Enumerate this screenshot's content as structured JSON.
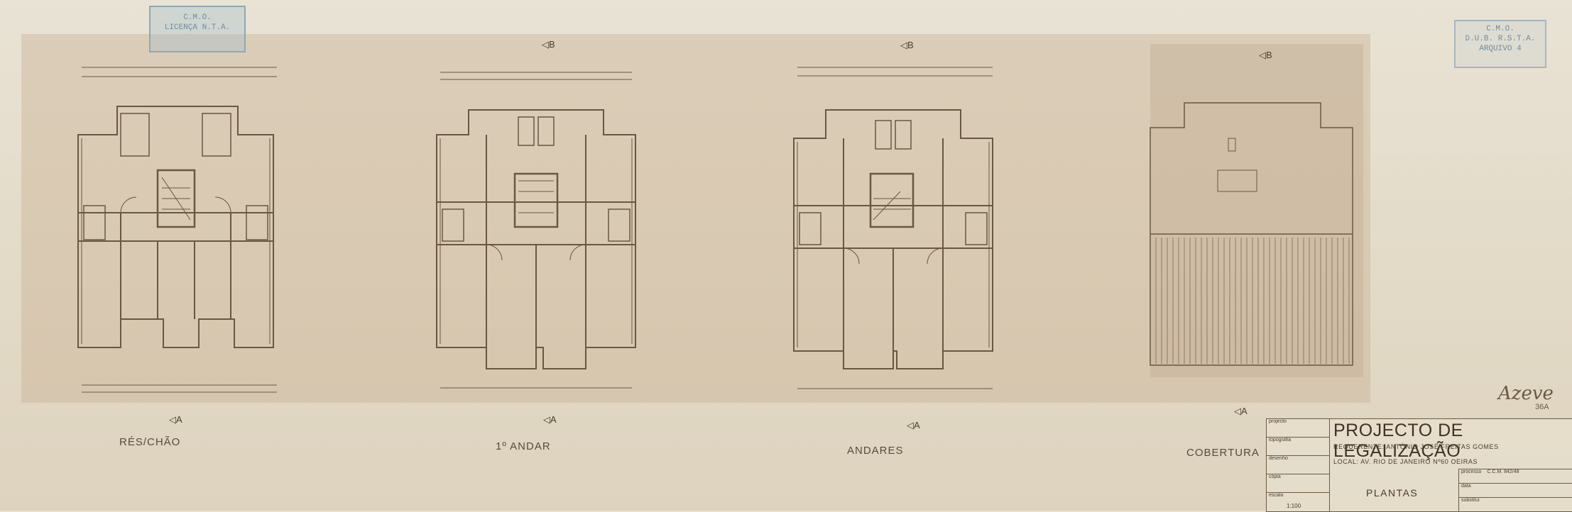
{
  "plans": [
    {
      "label": "RÉS/CHÃO"
    },
    {
      "label": "1º ANDAR"
    },
    {
      "label": "ANDARES"
    },
    {
      "label": "COBERTURA"
    }
  ],
  "section_marks": {
    "a": "A",
    "b": "B"
  },
  "stamps": {
    "left": {
      "line1": "C.M.O.",
      "line2": "LICENÇA N.T.A."
    },
    "right": {
      "line1": "C.M.O.",
      "line2": "D.U.B. R.S.T.A.",
      "line3": "ARQUIVO 4"
    }
  },
  "signature": {
    "text": "Azeve",
    "sub": "36A"
  },
  "title_block": {
    "title": "PROJECTO DE LEGALIZAÇÃO",
    "requerente_label": "REQUERENTE:",
    "requerente": "ANTÓNIO JOSÉ FREITAS GOMES",
    "local_label": "LOCAL:",
    "local": "AV. RIO DE JANEIRO Nº60 OEIRAS",
    "drawing_name": "PLANTAS",
    "scale": "1:100",
    "left_cells": [
      "projecto",
      "topografia",
      "desenho",
      "cópia",
      "escala"
    ],
    "right_cells": [
      "processo",
      "data",
      "substitui"
    ],
    "processo_value": "C.C.M. 842/48"
  }
}
